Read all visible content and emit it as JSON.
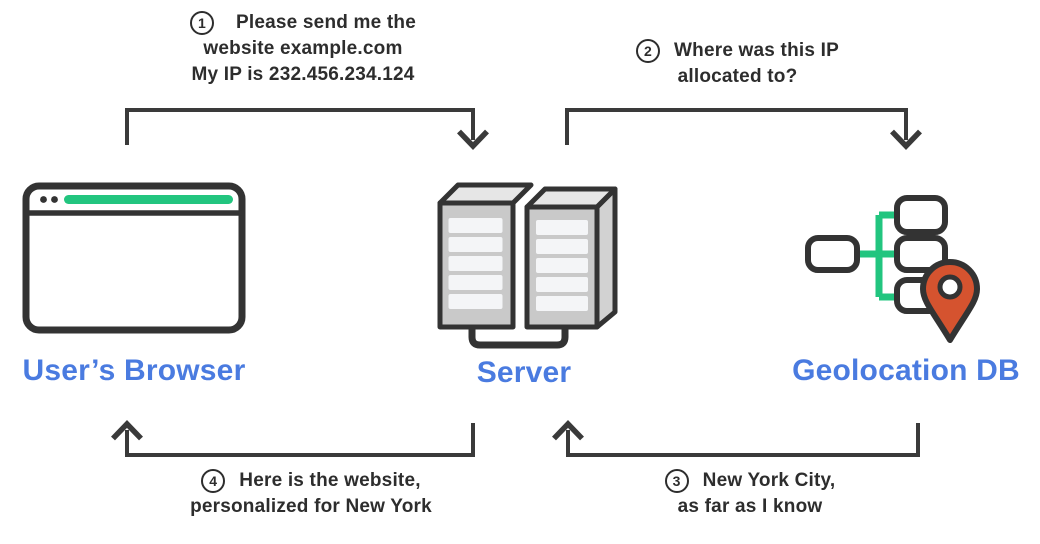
{
  "colors": {
    "text_dark": "#2d2d2d",
    "label_blue": "#4a7be0",
    "green": "#22c57f",
    "pin_red": "#d5532f",
    "arrow": "#3a3a3a",
    "outline": "#333333",
    "server_face": "#c9c9c9",
    "server_top": "#e6e6e6",
    "server_side": "#d2d2d2",
    "slot_fill": "#f4f5f7",
    "node_fill": "#ffffff"
  },
  "steps": [
    {
      "num": "1",
      "lines": [
        "Please send me the",
        "website example.com",
        "My IP is 232.456.234.124"
      ]
    },
    {
      "num": "2",
      "lines": [
        "Where was this IP",
        "allocated to?"
      ]
    },
    {
      "num": "3",
      "lines": [
        "New York City,",
        "as far as I know"
      ]
    },
    {
      "num": "4",
      "lines": [
        "Here is the website,",
        "personalized for New York"
      ]
    }
  ],
  "nodes": {
    "browser": {
      "label": "User’s Browser"
    },
    "server": {
      "label": "Server"
    },
    "geodb": {
      "label": "Geolocation DB"
    }
  }
}
